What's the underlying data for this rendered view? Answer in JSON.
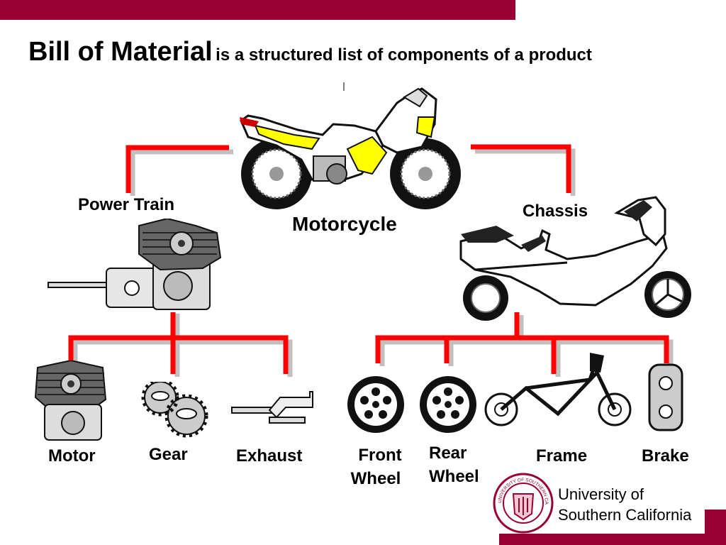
{
  "title": {
    "main": "Bill of Material",
    "subtitle": "is a structured list of components of a product"
  },
  "nodes": {
    "root": "Motorcycle",
    "power_train": "Power Train",
    "chassis": "Chassis",
    "motor": "Motor",
    "gear": "Gear",
    "exhaust": "Exhaust",
    "front_wheel": {
      "line1": "Front",
      "line2": "Wheel"
    },
    "rear_wheel": {
      "line1": "Rear",
      "line2": "Wheel"
    },
    "frame": "Frame",
    "brake": "Brake"
  },
  "footer": {
    "university_line1": "University of",
    "university_line2": "Southern California",
    "seal_text": "UNIVERSITY OF SOUTHERN CALIFORNIA"
  },
  "colors": {
    "brand": "#990033",
    "connector": "#ff0000",
    "connector_shadow": "#c0c0c0",
    "highlight": "#ffff00"
  }
}
